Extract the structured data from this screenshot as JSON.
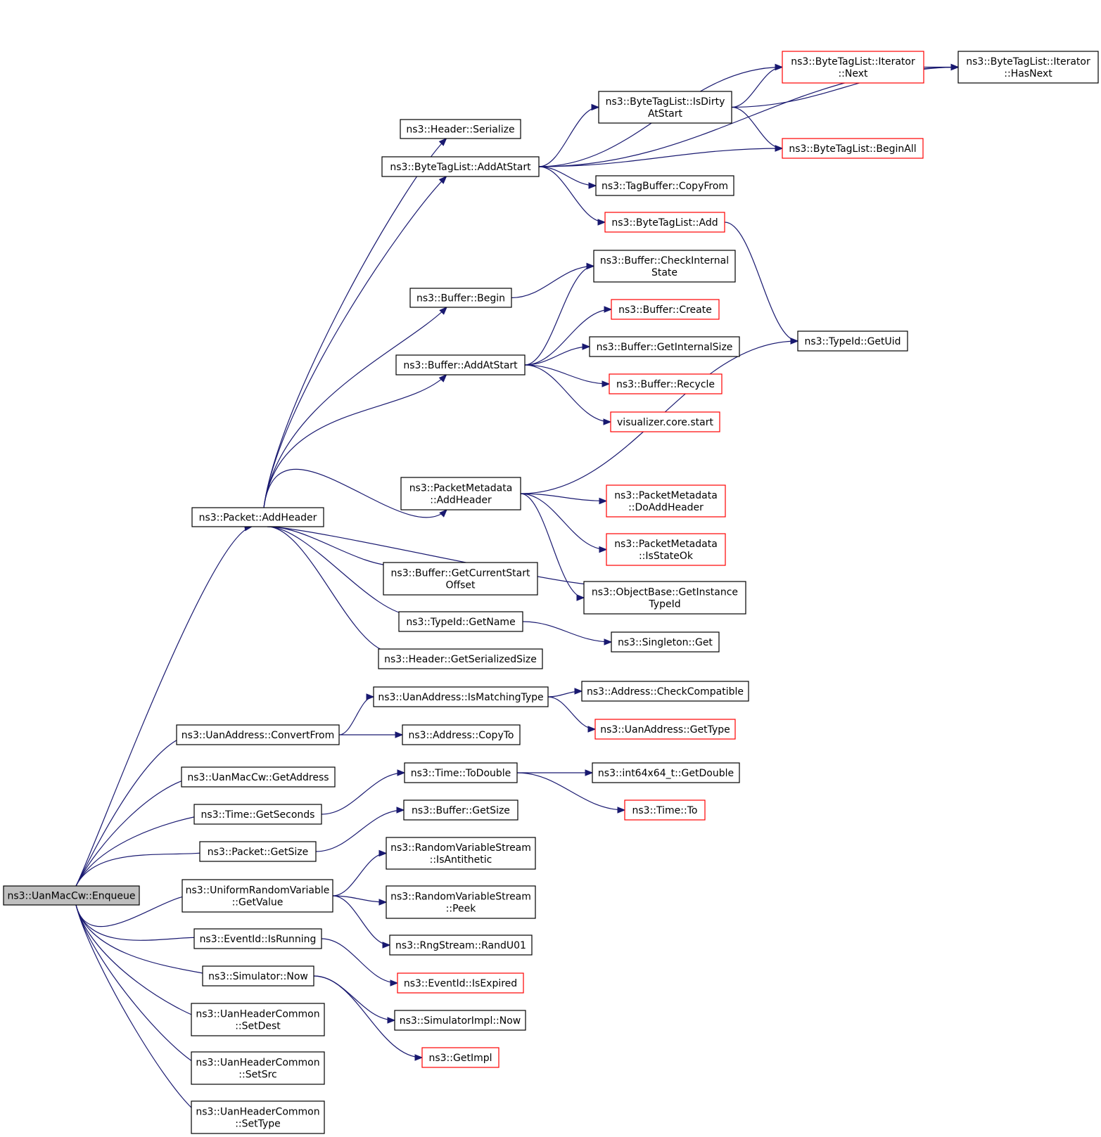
{
  "colors": {
    "edge": "#191970",
    "node_border": "#000000",
    "node_border_no_doc": "#ff0000",
    "root_fill": "#bfbfbf"
  },
  "nodes": [
    {
      "id": "enqueue",
      "lines": [
        "ns3::UanMacCw::Enqueue"
      ],
      "style": "root"
    },
    {
      "id": "packet_addheader",
      "lines": [
        "ns3::Packet::AddHeader"
      ]
    },
    {
      "id": "header_serialize",
      "lines": [
        "ns3::Header::Serialize"
      ]
    },
    {
      "id": "btl_addatstart",
      "lines": [
        "ns3::ByteTagList::AddAtStart"
      ]
    },
    {
      "id": "btl_iter_next",
      "lines": [
        "ns3::ByteTagList::Iterator",
        "::Next"
      ],
      "style": "red"
    },
    {
      "id": "btl_iter_hasnext",
      "lines": [
        "ns3::ByteTagList::Iterator",
        "::HasNext"
      ]
    },
    {
      "id": "btl_isdirty",
      "lines": [
        "ns3::ByteTagList::IsDirty",
        "AtStart"
      ]
    },
    {
      "id": "btl_beginall",
      "lines": [
        "ns3::ByteTagList::BeginAll"
      ],
      "style": "red"
    },
    {
      "id": "tagbuffer_copyfrom",
      "lines": [
        "ns3::TagBuffer::CopyFrom"
      ]
    },
    {
      "id": "btl_add",
      "lines": [
        "ns3::ByteTagList::Add"
      ],
      "style": "red"
    },
    {
      "id": "buffer_checkinternal",
      "lines": [
        "ns3::Buffer::CheckInternal",
        "State"
      ]
    },
    {
      "id": "buffer_begin",
      "lines": [
        "ns3::Buffer::Begin"
      ]
    },
    {
      "id": "buffer_create",
      "lines": [
        "ns3::Buffer::Create"
      ],
      "style": "red"
    },
    {
      "id": "typeid_getuid",
      "lines": [
        "ns3::TypeId::GetUid"
      ]
    },
    {
      "id": "buffer_getinternalsize",
      "lines": [
        "ns3::Buffer::GetInternalSize"
      ]
    },
    {
      "id": "buffer_addatstart",
      "lines": [
        "ns3::Buffer::AddAtStart"
      ]
    },
    {
      "id": "buffer_recycle",
      "lines": [
        "ns3::Buffer::Recycle"
      ],
      "style": "red"
    },
    {
      "id": "visualizer_start",
      "lines": [
        "visualizer.core.start"
      ],
      "style": "red"
    },
    {
      "id": "pm_addheader",
      "lines": [
        "ns3::PacketMetadata",
        "::AddHeader"
      ]
    },
    {
      "id": "pm_doaddheader",
      "lines": [
        "ns3::PacketMetadata",
        "::DoAddHeader"
      ],
      "style": "red"
    },
    {
      "id": "pm_isstateok",
      "lines": [
        "ns3::PacketMetadata",
        "::IsStateOk"
      ],
      "style": "red"
    },
    {
      "id": "buffer_getcurrentstart",
      "lines": [
        "ns3::Buffer::GetCurrentStart",
        "Offset"
      ]
    },
    {
      "id": "objectbase_getinstance",
      "lines": [
        "ns3::ObjectBase::GetInstance",
        "TypeId"
      ]
    },
    {
      "id": "typeid_getname",
      "lines": [
        "ns3::TypeId::GetName"
      ]
    },
    {
      "id": "singleton_get",
      "lines": [
        "ns3::Singleton::Get"
      ]
    },
    {
      "id": "header_getserializedsize",
      "lines": [
        "ns3::Header::GetSerializedSize"
      ]
    },
    {
      "id": "uanaddress_ismatchingtype",
      "lines": [
        "ns3::UanAddress::IsMatchingType"
      ]
    },
    {
      "id": "address_checkcompatible",
      "lines": [
        "ns3::Address::CheckCompatible"
      ]
    },
    {
      "id": "uanaddress_convertfrom",
      "lines": [
        "ns3::UanAddress::ConvertFrom"
      ]
    },
    {
      "id": "uanaddress_gettype",
      "lines": [
        "ns3::UanAddress::GetType"
      ],
      "style": "red"
    },
    {
      "id": "address_copyto",
      "lines": [
        "ns3::Address::CopyTo"
      ]
    },
    {
      "id": "uanmaccw_getaddress",
      "lines": [
        "ns3::UanMacCw::GetAddress"
      ]
    },
    {
      "id": "time_todouble",
      "lines": [
        "ns3::Time::ToDouble"
      ]
    },
    {
      "id": "int64x64_getdouble",
      "lines": [
        "ns3::int64x64_t::GetDouble"
      ]
    },
    {
      "id": "time_getseconds",
      "lines": [
        "ns3::Time::GetSeconds"
      ]
    },
    {
      "id": "buffer_getsize",
      "lines": [
        "ns3::Buffer::GetSize"
      ]
    },
    {
      "id": "time_to",
      "lines": [
        "ns3::Time::To"
      ],
      "style": "red"
    },
    {
      "id": "packet_getsize",
      "lines": [
        "ns3::Packet::GetSize"
      ]
    },
    {
      "id": "rvs_isantithetic",
      "lines": [
        "ns3::RandomVariableStream",
        "::IsAntithetic"
      ]
    },
    {
      "id": "urv_getvalue",
      "lines": [
        "ns3::UniformRandomVariable",
        "::GetValue"
      ]
    },
    {
      "id": "rvs_peek",
      "lines": [
        "ns3::RandomVariableStream",
        "::Peek"
      ]
    },
    {
      "id": "eventid_isrunning",
      "lines": [
        "ns3::EventId::IsRunning"
      ]
    },
    {
      "id": "rngstream_randu01",
      "lines": [
        "ns3::RngStream::RandU01"
      ]
    },
    {
      "id": "simulator_now",
      "lines": [
        "ns3::Simulator::Now"
      ]
    },
    {
      "id": "eventid_isexpired",
      "lines": [
        "ns3::EventId::IsExpired"
      ],
      "style": "red"
    },
    {
      "id": "uhc_setdest",
      "lines": [
        "ns3::UanHeaderCommon",
        "::SetDest"
      ]
    },
    {
      "id": "simulatorimpl_now",
      "lines": [
        "ns3::SimulatorImpl::Now"
      ]
    },
    {
      "id": "getimpl",
      "lines": [
        "ns3::GetImpl"
      ],
      "style": "red"
    },
    {
      "id": "uhc_setsrc",
      "lines": [
        "ns3::UanHeaderCommon",
        "::SetSrc"
      ]
    },
    {
      "id": "uhc_settype",
      "lines": [
        "ns3::UanHeaderCommon",
        "::SetType"
      ]
    }
  ],
  "edges": [
    [
      "enqueue",
      "packet_addheader"
    ],
    [
      "enqueue",
      "uanaddress_convertfrom"
    ],
    [
      "enqueue",
      "uanmaccw_getaddress"
    ],
    [
      "enqueue",
      "time_getseconds"
    ],
    [
      "enqueue",
      "packet_getsize"
    ],
    [
      "enqueue",
      "urv_getvalue"
    ],
    [
      "enqueue",
      "eventid_isrunning"
    ],
    [
      "enqueue",
      "simulator_now"
    ],
    [
      "enqueue",
      "uhc_setdest"
    ],
    [
      "enqueue",
      "uhc_setsrc"
    ],
    [
      "enqueue",
      "uhc_settype"
    ],
    [
      "packet_addheader",
      "header_serialize"
    ],
    [
      "packet_addheader",
      "btl_addatstart"
    ],
    [
      "packet_addheader",
      "buffer_begin"
    ],
    [
      "packet_addheader",
      "buffer_addatstart"
    ],
    [
      "packet_addheader",
      "pm_addheader"
    ],
    [
      "packet_addheader",
      "objectbase_getinstance"
    ],
    [
      "packet_addheader",
      "buffer_getcurrentstart"
    ],
    [
      "packet_addheader",
      "typeid_getname"
    ],
    [
      "packet_addheader",
      "header_getserializedsize"
    ],
    [
      "btl_addatstart",
      "btl_iter_hasnext"
    ],
    [
      "btl_addatstart",
      "btl_iter_next"
    ],
    [
      "btl_addatstart",
      "btl_isdirty"
    ],
    [
      "btl_addatstart",
      "btl_beginall"
    ],
    [
      "btl_addatstart",
      "tagbuffer_copyfrom"
    ],
    [
      "btl_addatstart",
      "btl_add"
    ],
    [
      "btl_iter_next",
      "btl_iter_hasnext"
    ],
    [
      "btl_isdirty",
      "btl_iter_next"
    ],
    [
      "btl_isdirty",
      "btl_iter_hasnext"
    ],
    [
      "btl_isdirty",
      "btl_beginall"
    ],
    [
      "btl_add",
      "typeid_getuid"
    ],
    [
      "buffer_begin",
      "buffer_checkinternal"
    ],
    [
      "buffer_addatstart",
      "buffer_checkinternal"
    ],
    [
      "buffer_addatstart",
      "buffer_create"
    ],
    [
      "buffer_addatstart",
      "buffer_getinternalsize"
    ],
    [
      "buffer_addatstart",
      "buffer_recycle"
    ],
    [
      "buffer_addatstart",
      "visualizer_start"
    ],
    [
      "pm_addheader",
      "typeid_getuid"
    ],
    [
      "pm_addheader",
      "pm_doaddheader"
    ],
    [
      "pm_addheader",
      "pm_isstateok"
    ],
    [
      "pm_addheader",
      "objectbase_getinstance"
    ],
    [
      "typeid_getname",
      "singleton_get"
    ],
    [
      "uanaddress_convertfrom",
      "uanaddress_ismatchingtype"
    ],
    [
      "uanaddress_convertfrom",
      "address_copyto"
    ],
    [
      "uanaddress_ismatchingtype",
      "address_checkcompatible"
    ],
    [
      "uanaddress_ismatchingtype",
      "uanaddress_gettype"
    ],
    [
      "time_getseconds",
      "time_todouble"
    ],
    [
      "time_todouble",
      "int64x64_getdouble"
    ],
    [
      "time_todouble",
      "time_to"
    ],
    [
      "packet_getsize",
      "buffer_getsize"
    ],
    [
      "urv_getvalue",
      "rvs_isantithetic"
    ],
    [
      "urv_getvalue",
      "rvs_peek"
    ],
    [
      "urv_getvalue",
      "rngstream_randu01"
    ],
    [
      "eventid_isrunning",
      "eventid_isexpired"
    ],
    [
      "simulator_now",
      "simulatorimpl_now"
    ],
    [
      "simulator_now",
      "getimpl"
    ]
  ]
}
